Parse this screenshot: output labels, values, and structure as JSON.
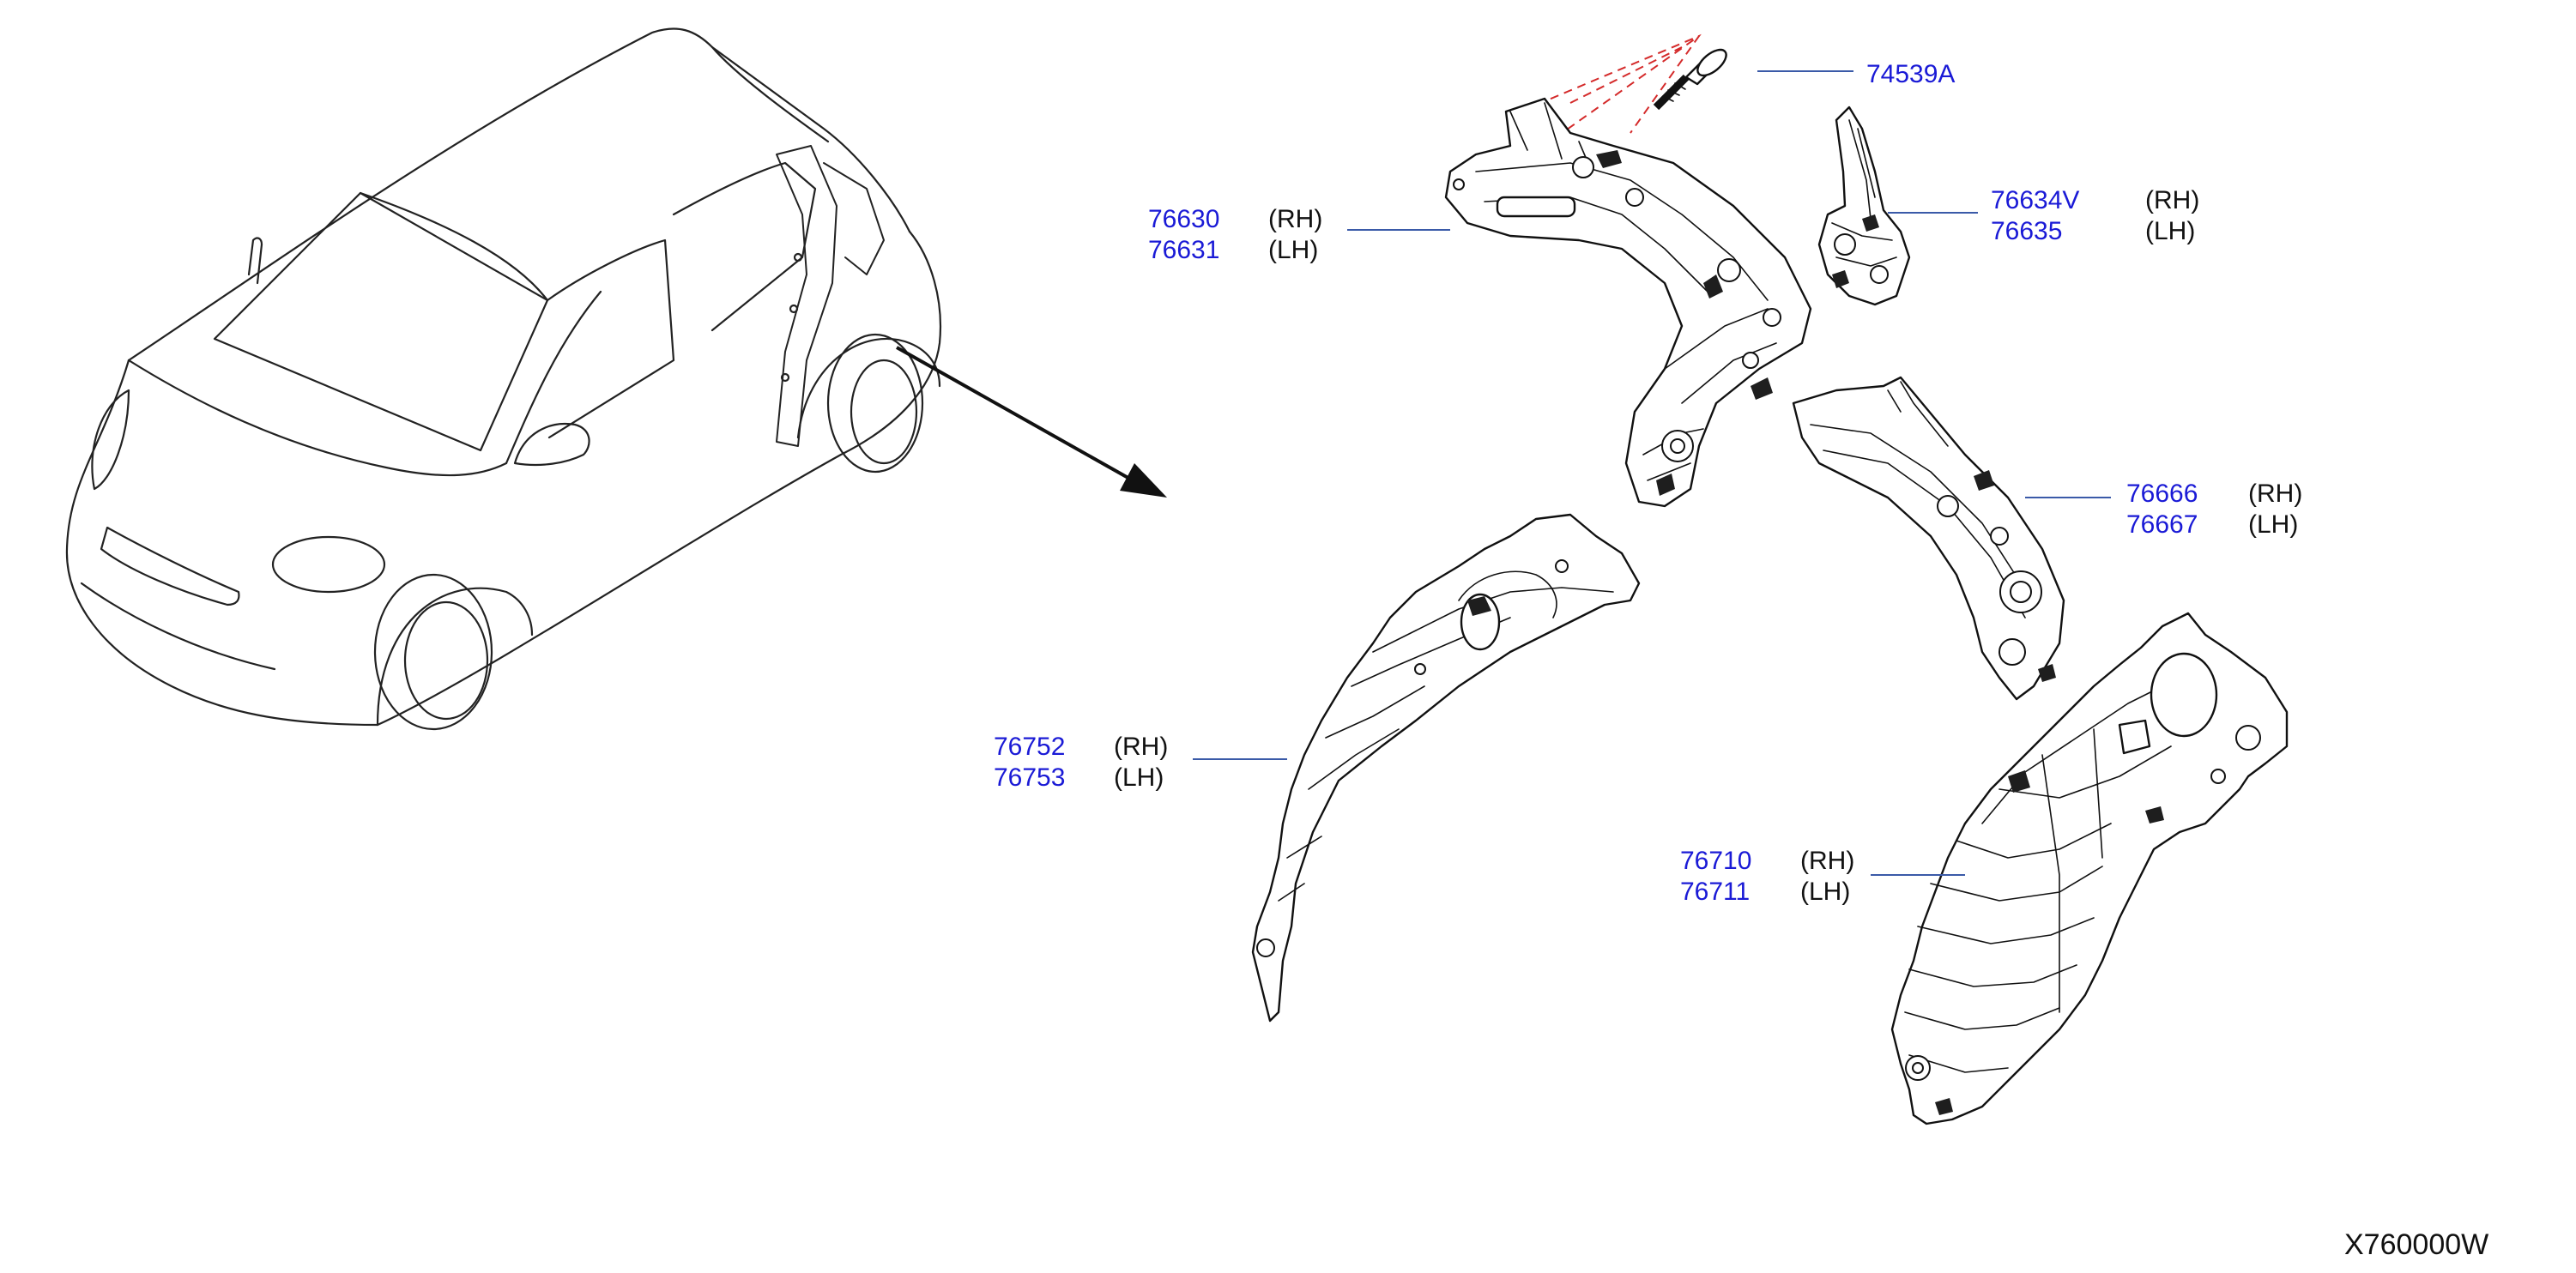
{
  "diagram_code": "X760000W",
  "callouts": [
    {
      "id": "bolt",
      "parts": [
        {
          "number": "74539A",
          "side": ""
        }
      ]
    },
    {
      "id": "rear-pillar-inner",
      "parts": [
        {
          "number": "76630",
          "side": "(RH)"
        },
        {
          "number": "76631",
          "side": "(LH)"
        }
      ]
    },
    {
      "id": "pillar-extension",
      "parts": [
        {
          "number": "76634V",
          "side": "(RH)"
        },
        {
          "number": "76635",
          "side": "(LH)"
        }
      ]
    },
    {
      "id": "wheelhouse-upper",
      "parts": [
        {
          "number": "76666",
          "side": "(RH)"
        },
        {
          "number": "76667",
          "side": "(LH)"
        }
      ]
    },
    {
      "id": "wheelhouse-outer",
      "parts": [
        {
          "number": "76752",
          "side": "(RH)"
        },
        {
          "number": "76753",
          "side": "(LH)"
        }
      ]
    },
    {
      "id": "wheelhouse-inner",
      "parts": [
        {
          "number": "76710",
          "side": "(RH)"
        },
        {
          "number": "76711",
          "side": "(LH)"
        }
      ]
    }
  ]
}
